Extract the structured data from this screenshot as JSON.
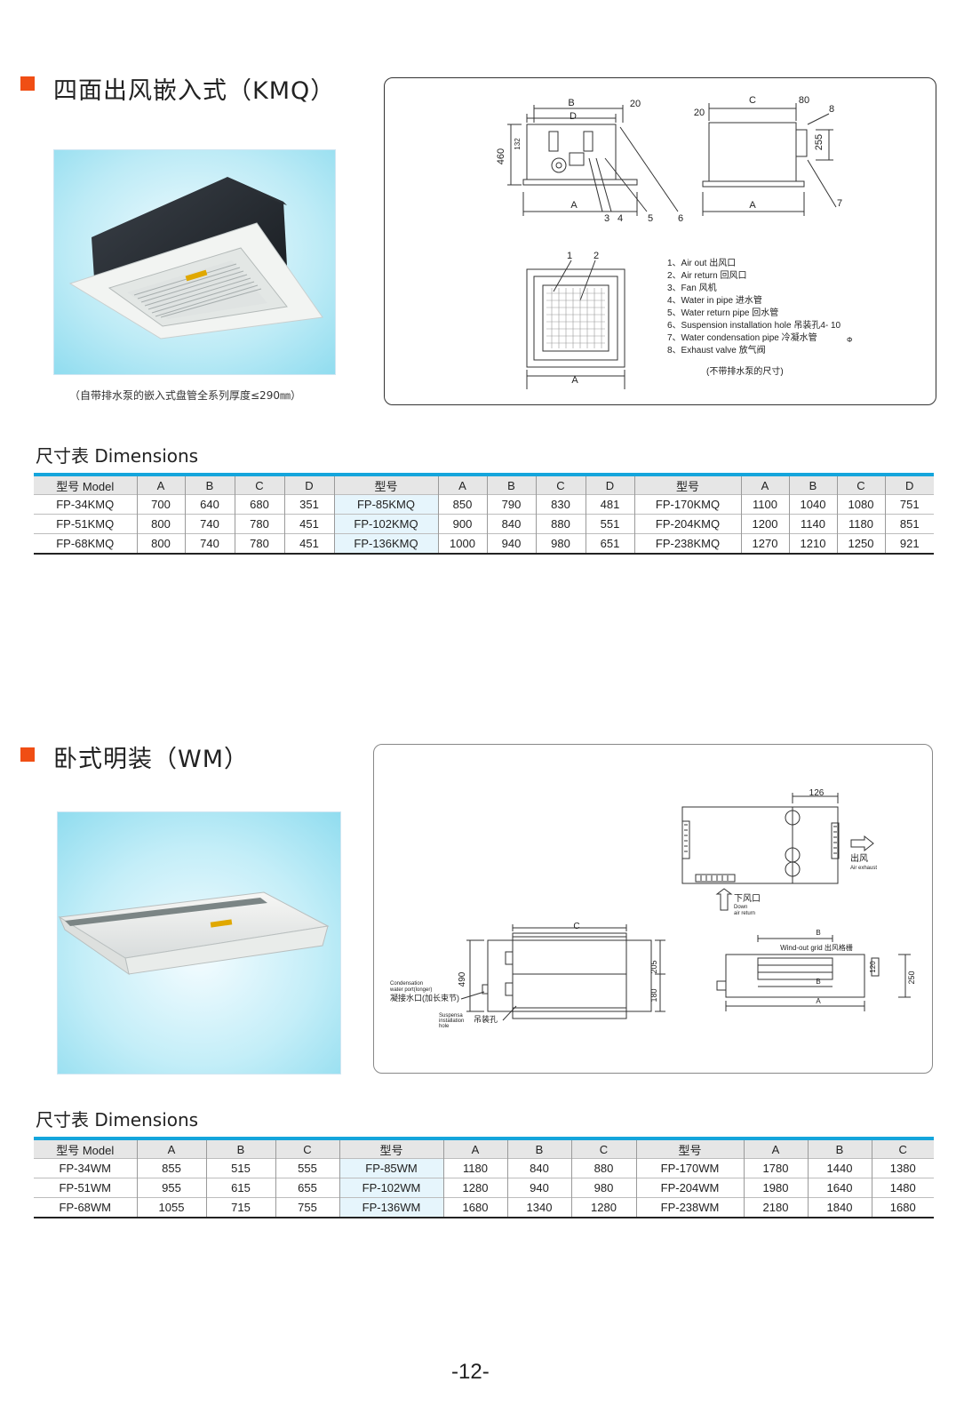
{
  "section1": {
    "title": "四面出风嵌入式（KMQ）",
    "caption": "（自带排水泵的嵌入式盘管全系列厚度≤290㎜）",
    "diagram": {
      "labels": [
        "B",
        "D",
        "20",
        "C",
        "80",
        "8",
        "20",
        "460",
        "132",
        "255",
        "A",
        "3",
        "4",
        "5",
        "6",
        "A",
        "7",
        "1",
        "2",
        "A"
      ],
      "legend": [
        "1、Air out 出风口",
        "2、Air return 回风口",
        "3、Fan 风机",
        "4、Water in pipe 进水管",
        "5、Water return pipe 回水管",
        "6、Suspension installation hole 吊装孔4-   10",
        "7、Water condensation pipe 冷凝水管",
        "8、Exhaust valve 放气阀"
      ],
      "phi_symbol": "Φ",
      "note": "(不带排水泵的尺寸)"
    },
    "dims_title": "尺寸表 Dimensions",
    "table": {
      "header": [
        "型号 Model",
        "A",
        "B",
        "C",
        "D",
        "型号",
        "A",
        "B",
        "C",
        "D",
        "型号",
        "A",
        "B",
        "C",
        "D"
      ],
      "rows": [
        [
          "FP-34KMQ",
          "700",
          "640",
          "680",
          "351",
          "FP-85KMQ",
          "850",
          "790",
          "830",
          "481",
          "FP-170KMQ",
          "1100",
          "1040",
          "1080",
          "751"
        ],
        [
          "FP-51KMQ",
          "800",
          "740",
          "780",
          "451",
          "FP-102KMQ",
          "900",
          "840",
          "880",
          "551",
          "FP-204KMQ",
          "1200",
          "1140",
          "1180",
          "851"
        ],
        [
          "FP-68KMQ",
          "800",
          "740",
          "780",
          "451",
          "FP-136KMQ",
          "1000",
          "940",
          "980",
          "651",
          "FP-238KMQ",
          "1270",
          "1210",
          "1250",
          "921"
        ]
      ]
    }
  },
  "section2": {
    "title": "卧式明装（WM）",
    "diagram": {
      "top_dim": "126",
      "exhaust_cn": "出风",
      "exhaust_en": "Air exhaust",
      "down_cn": "下风口",
      "down_en1": "Down",
      "down_en2": "air return",
      "c_label": "C",
      "dim_490": "490",
      "dim_205": "205",
      "dim_180": "180",
      "cond_en1": "Condensation",
      "cond_en2": "water port(longer)",
      "cond_cn": "凝接水口(加长束节)",
      "susp_en1": "Suspensa",
      "susp_en2": "installation",
      "susp_en3": "hole",
      "susp_cn": "吊装孔",
      "b_top": "B",
      "grid_label": "Wind-out grid 出风格栅",
      "b_mid": "B",
      "a_bot": "A",
      "dim_120": "120",
      "dim_250": "250"
    },
    "dims_title": "尺寸表 Dimensions",
    "table": {
      "header": [
        "型号 Model",
        "A",
        "B",
        "C",
        "型号",
        "A",
        "B",
        "C",
        "型号",
        "A",
        "B",
        "C"
      ],
      "rows": [
        [
          "FP-34WM",
          "855",
          "515",
          "555",
          "FP-85WM",
          "1180",
          "840",
          "880",
          "FP-170WM",
          "1780",
          "1440",
          "1380"
        ],
        [
          "FP-51WM",
          "955",
          "615",
          "655",
          "FP-102WM",
          "1280",
          "940",
          "980",
          "FP-204WM",
          "1980",
          "1640",
          "1480"
        ],
        [
          "FP-68WM",
          "1055",
          "715",
          "755",
          "FP-136WM",
          "1680",
          "1340",
          "1280",
          "FP-238WM",
          "2180",
          "1840",
          "1680"
        ]
      ]
    }
  },
  "page_number": "-12-",
  "colors": {
    "accent": "#f04e14",
    "table_rule": "#14a5dc",
    "header_bg": "#e6e6e6",
    "model_highlight": "#e6f5fc"
  }
}
